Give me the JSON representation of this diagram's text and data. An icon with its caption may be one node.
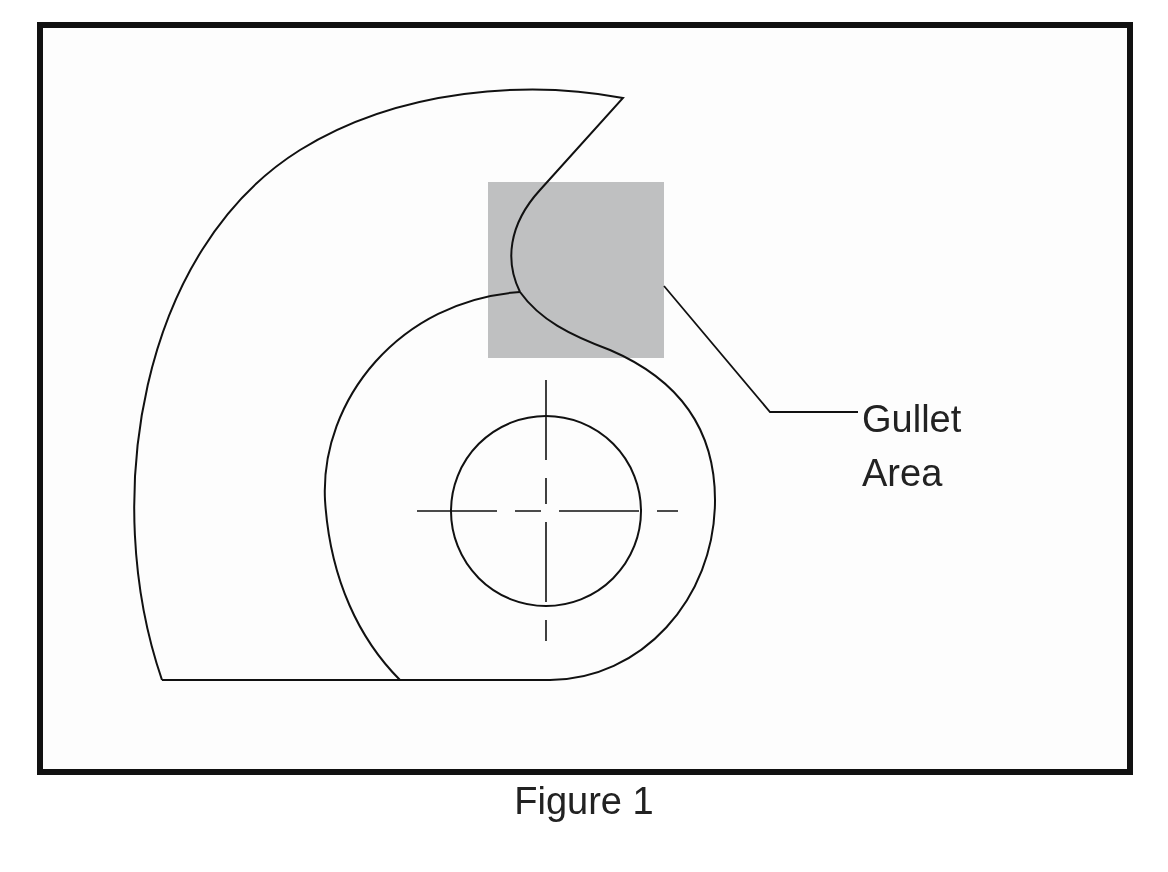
{
  "diagram": {
    "caption": "Figure 1",
    "nodes": [
      {
        "text": [
          "Gullet Area"
        ]
      },
      {
        "text": [],
        "shape": "box"
      }
    ],
    "edges": [
      {
        "from": 0,
        "to": 1,
        "arrow": "none"
      }
    ]
  }
}
